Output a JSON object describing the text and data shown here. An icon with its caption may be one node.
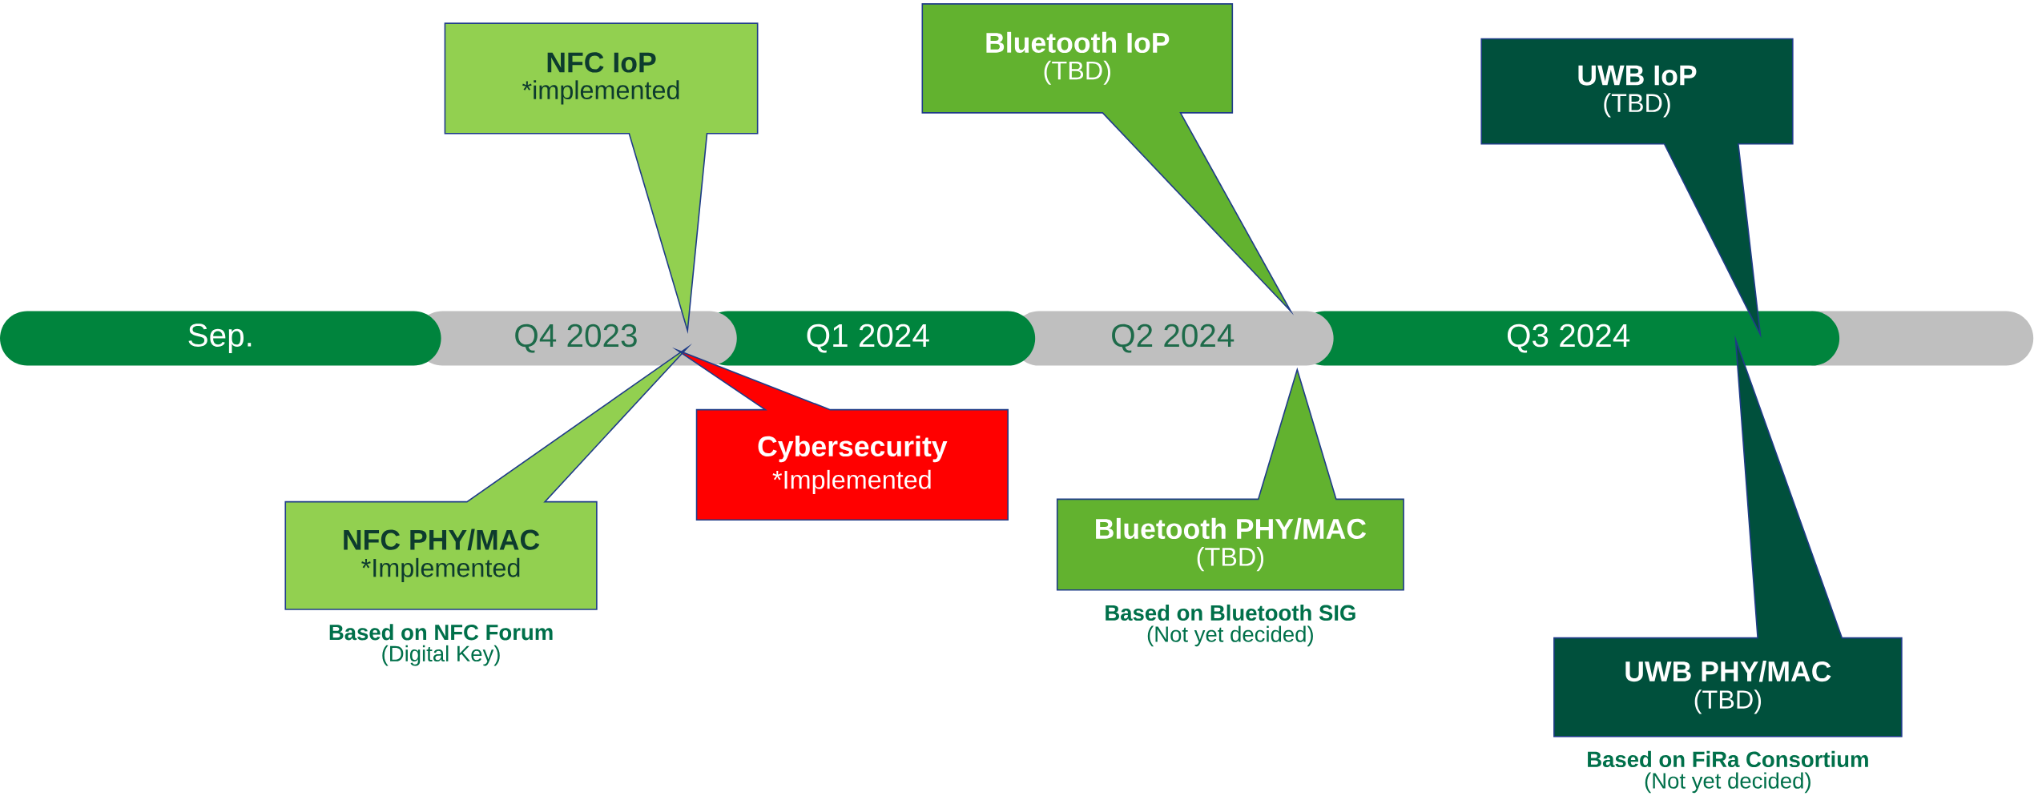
{
  "diagram": {
    "nodes": [
      {
        "text": [
          "Sep."
        ]
      },
      {
        "text": [
          "Q4 2023"
        ]
      },
      {
        "text": [
          "Q1 2024"
        ]
      },
      {
        "text": [
          "Q2 2024"
        ]
      },
      {
        "text": [
          "Q3 2024"
        ]
      },
      {
        "text": [],
        "shape": "bar"
      },
      {
        "text": [
          "NFC IoP",
          "*implemented"
        ]
      },
      {
        "text": [
          "NFC PHY/MAC",
          "*Implemented"
        ],
        "beside": [
          "Based on NFC Forum",
          "(Digital Key)"
        ]
      },
      {
        "text": [
          "Cybersecurity",
          "*Implemented"
        ]
      },
      {
        "text": [
          "Bluetooth IoP",
          "(TBD)"
        ]
      },
      {
        "text": [
          "Bluetooth PHY/MAC",
          "(TBD)"
        ],
        "beside": [
          "Based on Bluetooth SIG",
          "(Not yet decided)"
        ]
      },
      {
        "text": [
          "UWB IoP",
          "(TBD)"
        ]
      },
      {
        "text": [
          "UWB PHY/MAC",
          "(TBD)"
        ],
        "beside": [
          "Based on FiRa Consortium",
          "(Not yet decided)"
        ]
      }
    ]
  }
}
